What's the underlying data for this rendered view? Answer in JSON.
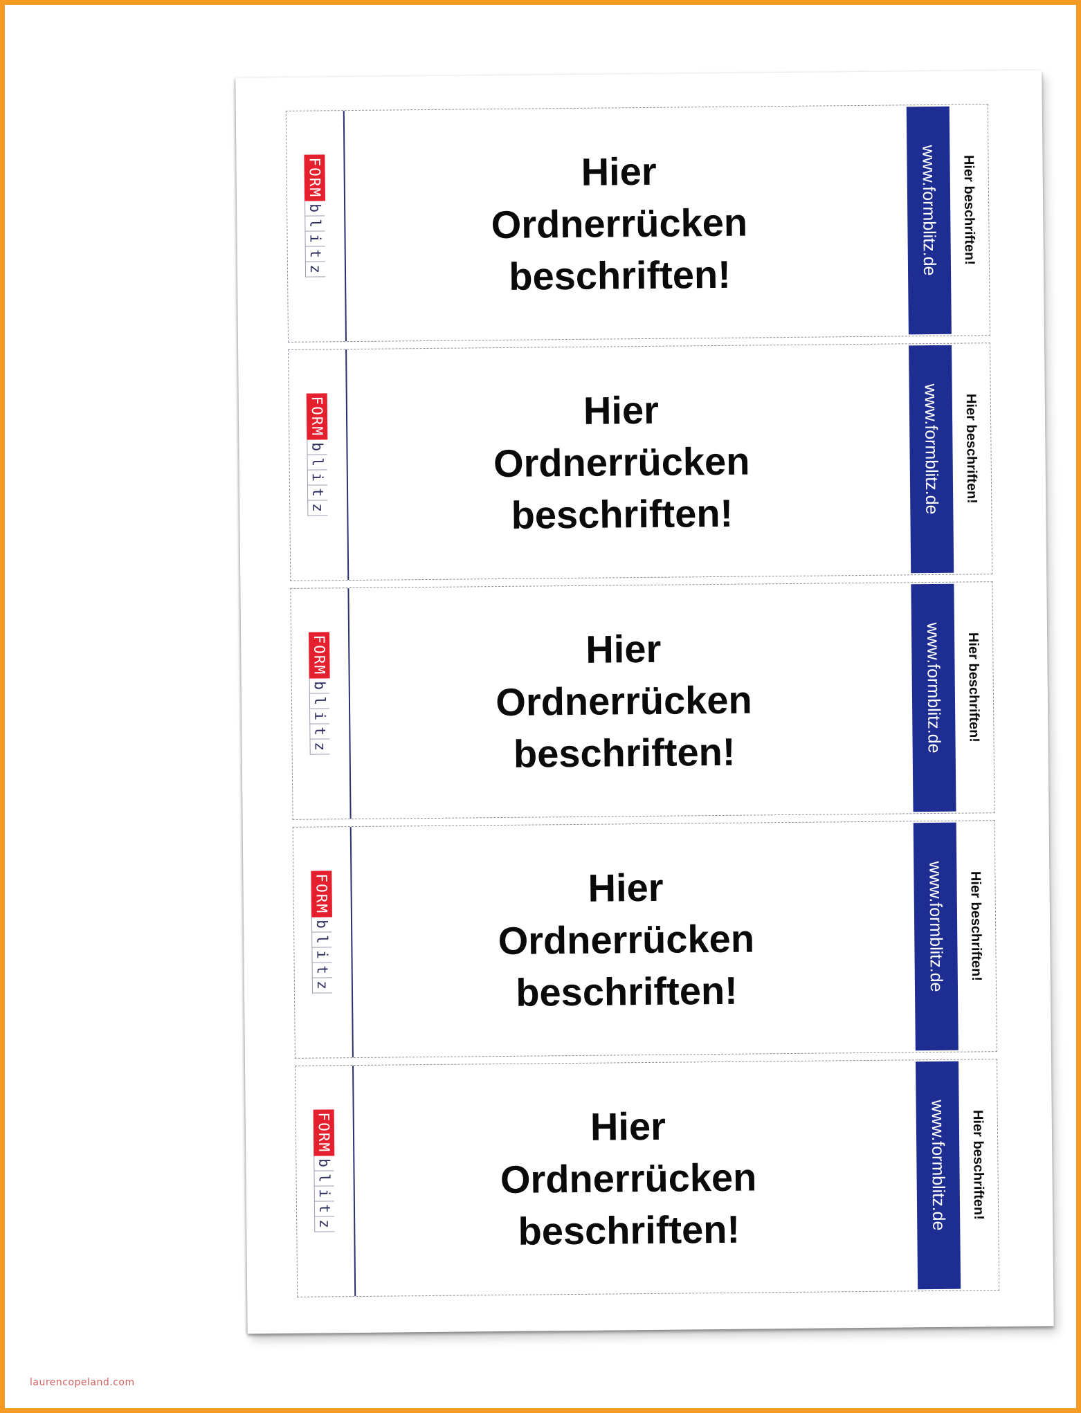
{
  "labels": [
    {
      "brand_form": "FORM",
      "brand_blitz": [
        "b",
        "l",
        "i",
        "t",
        "z"
      ],
      "title_lines": [
        "Hier",
        "Ordnerrücken",
        "beschriften!"
      ],
      "url": "www.formblitz.de",
      "hint": "Hier beschriften!"
    },
    {
      "brand_form": "FORM",
      "brand_blitz": [
        "b",
        "l",
        "i",
        "t",
        "z"
      ],
      "title_lines": [
        "Hier",
        "Ordnerrücken",
        "beschriften!"
      ],
      "url": "www.formblitz.de",
      "hint": "Hier beschriften!"
    },
    {
      "brand_form": "FORM",
      "brand_blitz": [
        "b",
        "l",
        "i",
        "t",
        "z"
      ],
      "title_lines": [
        "Hier",
        "Ordnerrücken",
        "beschriften!"
      ],
      "url": "www.formblitz.de",
      "hint": "Hier beschriften!"
    },
    {
      "brand_form": "FORM",
      "brand_blitz": [
        "b",
        "l",
        "i",
        "t",
        "z"
      ],
      "title_lines": [
        "Hier",
        "Ordnerrücken",
        "beschriften!"
      ],
      "url": "www.formblitz.de",
      "hint": "Hier beschriften!"
    },
    {
      "brand_form": "FORM",
      "brand_blitz": [
        "b",
        "l",
        "i",
        "t",
        "z"
      ],
      "title_lines": [
        "Hier",
        "Ordnerrücken",
        "beschriften!"
      ],
      "url": "www.formblitz.de",
      "hint": "Hier beschriften!"
    }
  ],
  "colors": {
    "frame": "#f59a23",
    "brand_red": "#e5202e",
    "band_blue": "#1e2d92",
    "divider": "#2b3170"
  },
  "watermark": "laurencopeland.com"
}
